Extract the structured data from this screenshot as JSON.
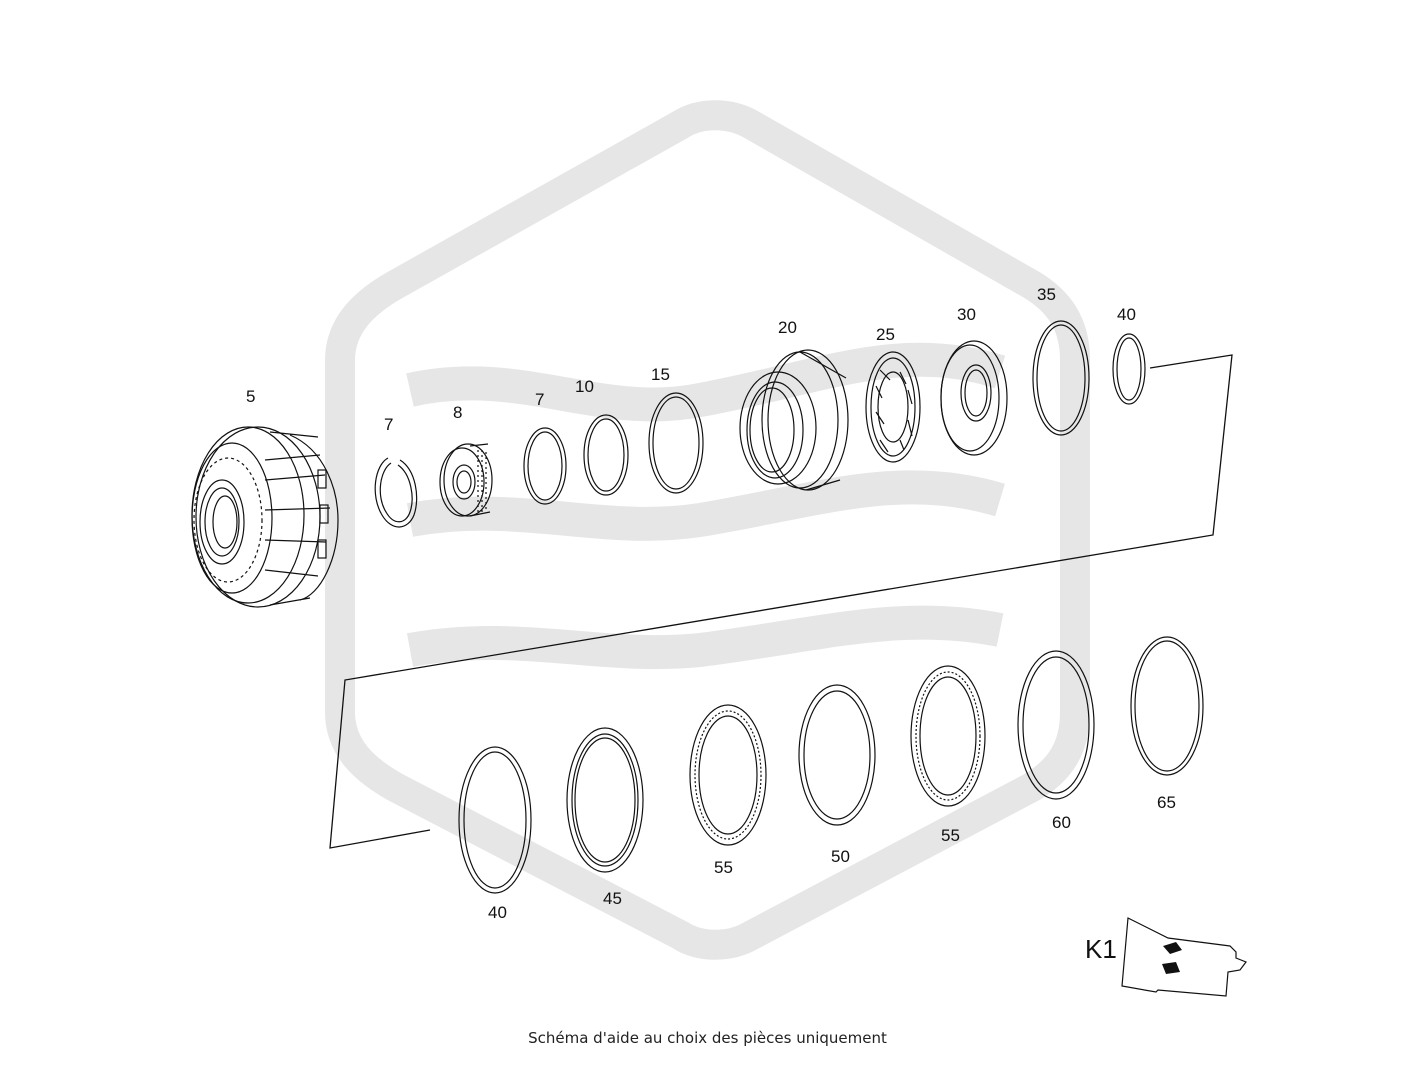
{
  "caption": "Schéma d'aide au choix des pièces uniquement",
  "inset": {
    "label": "K1"
  },
  "callouts": [
    "5",
    "7",
    "8",
    "7",
    "10",
    "15",
    "20",
    "25",
    "30",
    "35",
    "40",
    "40",
    "45",
    "55",
    "50",
    "55",
    "60",
    "65"
  ],
  "colors": {
    "line": "#111111",
    "watermark": "#e6e6e6"
  }
}
